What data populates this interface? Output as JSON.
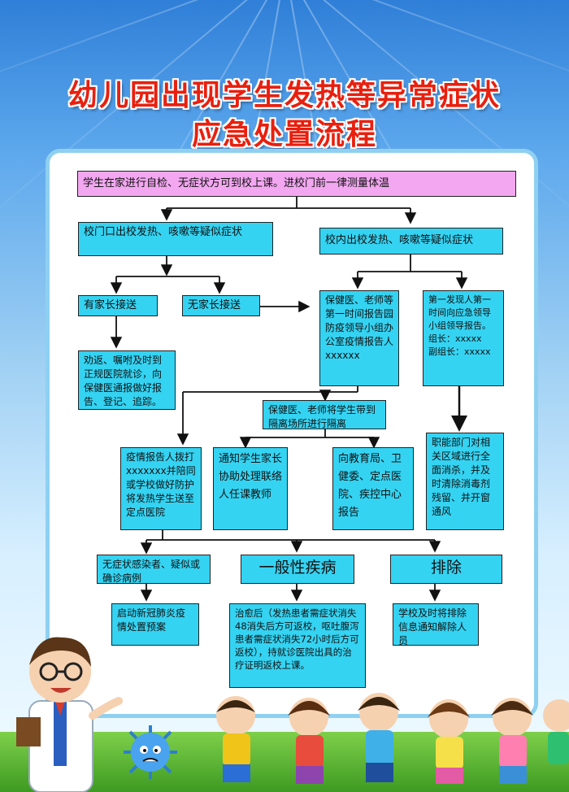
{
  "title": {
    "line1": "幼儿园出现学生发热等异常症状",
    "line2": "应急处置流程"
  },
  "steps": {
    "top": "学生在家进行自检、无症状方可到校上课。进校门前一律测量体温",
    "gate_fever": "校门口出校发热、咳嗽等疑似症状",
    "school_fever": "校内出校发热、咳嗽等疑似症状",
    "parent_pickup": "有家长接送",
    "no_parent": "无家长接送",
    "doctor_report": "保健医、老师等第一时间报告园防疫领导小组办公室疫情报告人 xxxxxx",
    "first_finder": "第一发现人第一时间向应急领导小组领导报告。",
    "leader": "组长：xxxxx",
    "vice_leader": "副组长：xxxxx",
    "advise": "劝返、嘱咐及时到正规医院就诊，向保健医通报做好报告、登记、追踪。",
    "isolate": "保健医、老师将学生带到隔离场所进行隔离",
    "reporter_call": "疫情报告人拨打xxxxxxx并陪同或学校做好防护将发热学生送至定点医院",
    "notify_parent": "通知学生家长协助处理联络人任课教师",
    "report_agencies": "向教育局、卫健委、定点医院、疾控中心报告",
    "disinfect": "职能部门对相关区域进行全面消杀，并及时清除消毒剂残留、并开窗通风",
    "suspected": "无症状感染者、疑似或确诊病例",
    "general": "一般性疾病",
    "excluded": "排除",
    "plan": "启动新冠肺炎疫情处置预案",
    "recovery": "治愈后（发热患者需症状消失48消失后方可返校，呕吐腹泻患者需症状消失72小时后方可返校），持就诊医院出具的治疗证明返校上课。",
    "notify_release": "学校及时将排除信息通知解除人员"
  },
  "colors": {
    "title": "#e8200f",
    "pink_box": "#f2a7f0",
    "cyan_box": "#35d3f2",
    "panel_border": "#8fd0f1"
  }
}
